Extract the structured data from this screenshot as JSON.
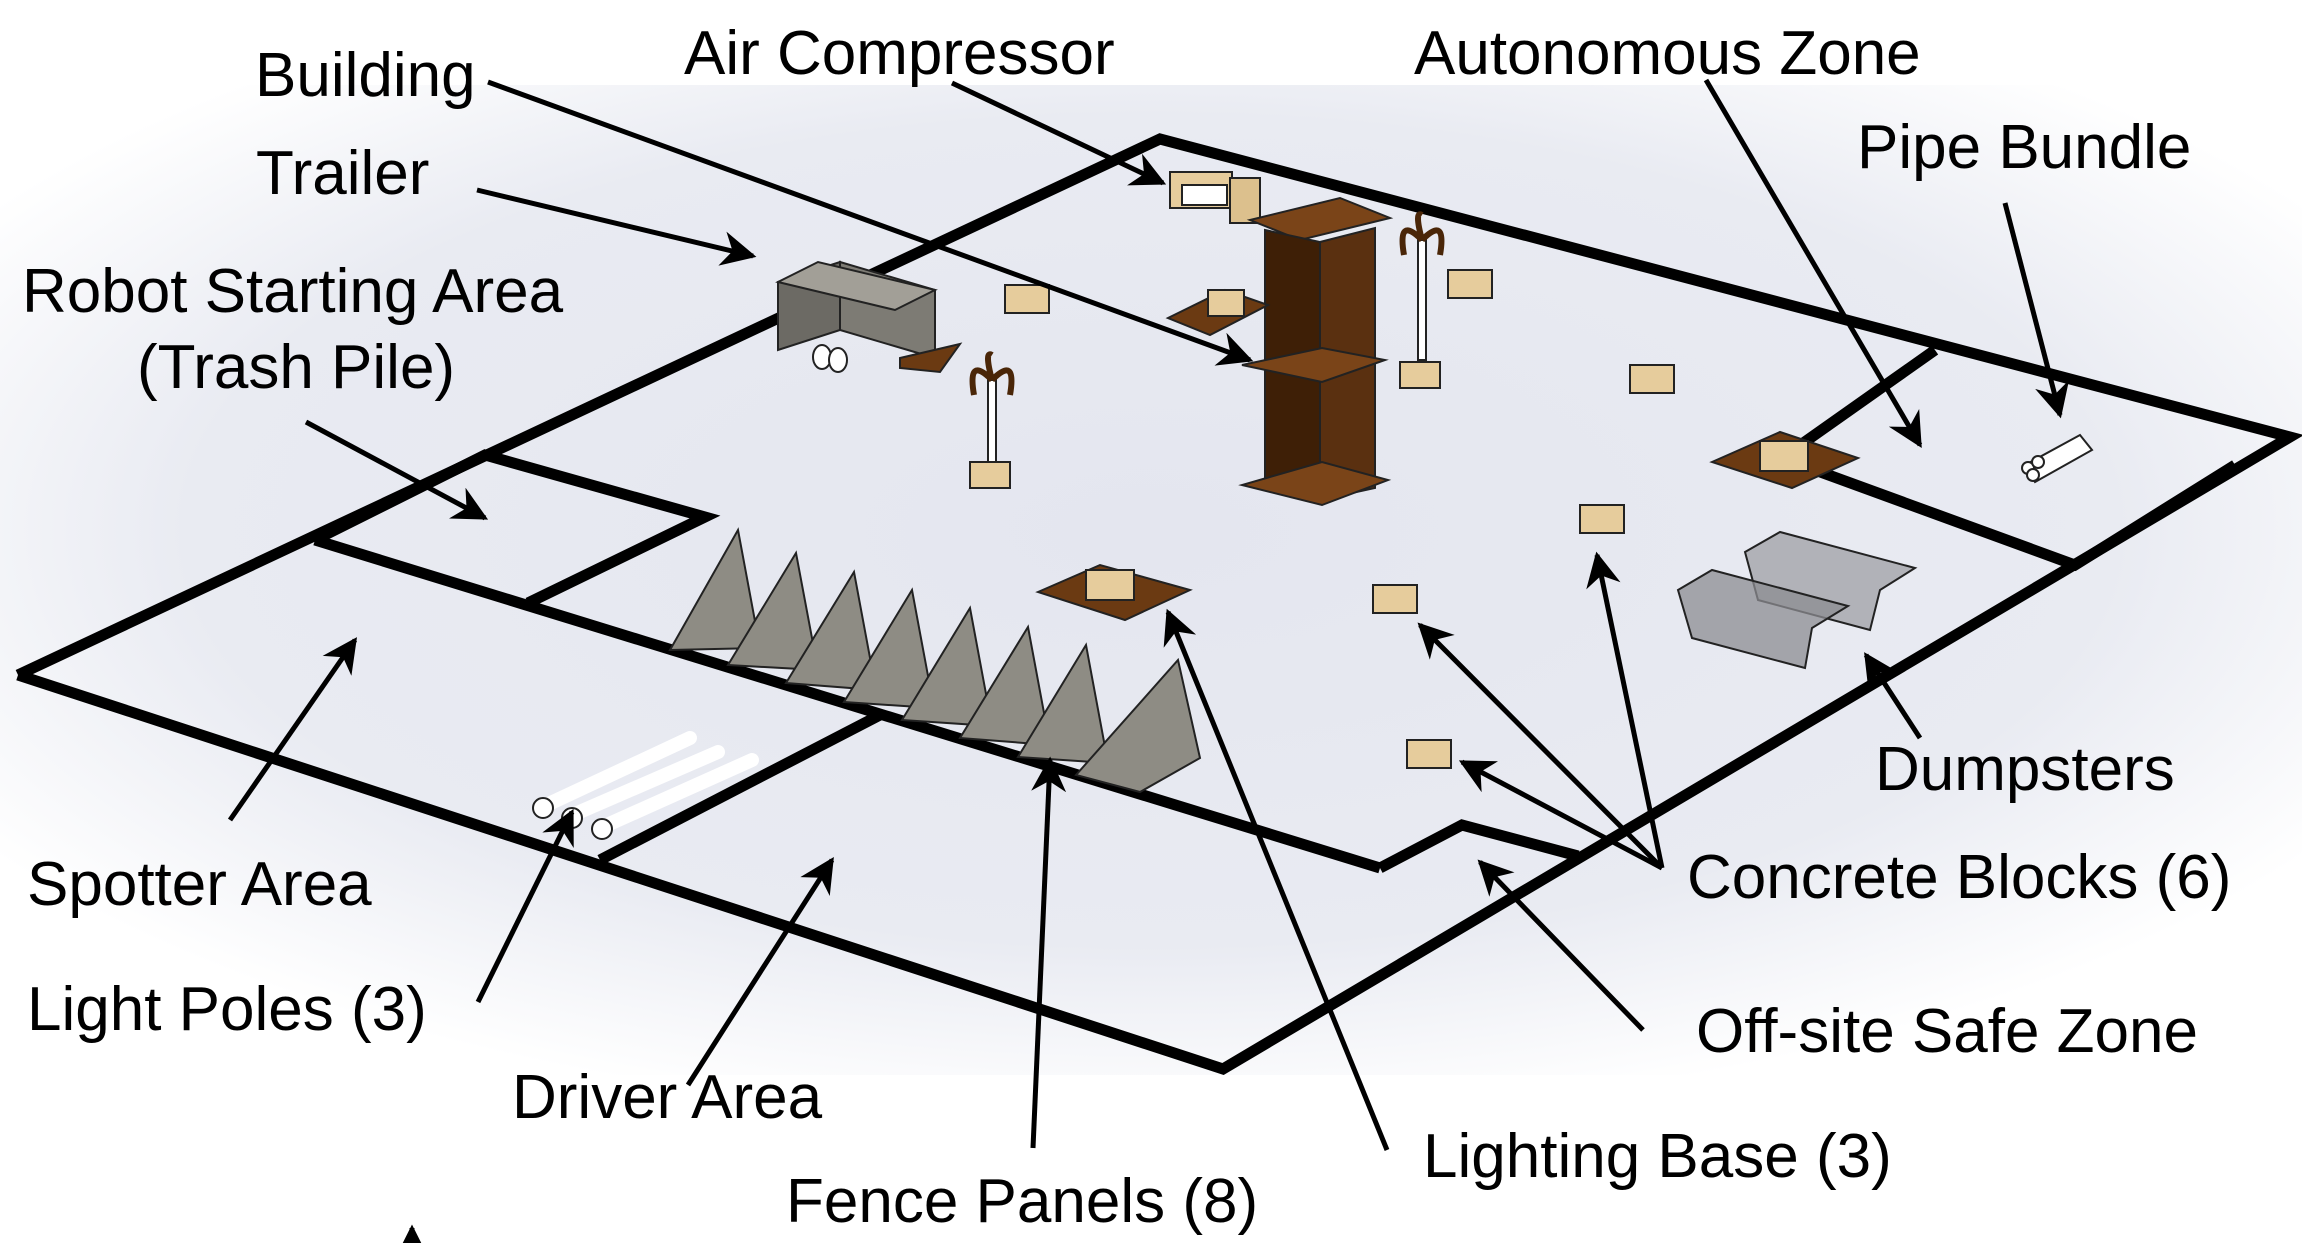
{
  "figure": {
    "description": "Isometric render of a competition field with labeled objects and zones",
    "background_color": "#e9ebf2",
    "line_color": "#000000",
    "wood_color": "#e6cc9c",
    "brown_color": "#6b3a12",
    "fence_color": "#8e8c84"
  },
  "labels": {
    "building": "Building",
    "air_compressor": "Air Compressor",
    "autonomous_zone": "Autonomous Zone",
    "trailer": "Trailer",
    "pipe_bundle": "Pipe Bundle",
    "robot_starting_area_line1": "Robot Starting Area",
    "robot_starting_area_line2": "(Trash Pile)",
    "dumpsters": "Dumpsters",
    "spotter_area": "Spotter Area",
    "concrete_blocks": "Concrete Blocks (6)",
    "light_poles": "Light Poles (3)",
    "off_site_safe_zone": "Off-site Safe Zone",
    "driver_area": "Driver Area",
    "lighting_base": "Lighting Base (3)",
    "fence_panels": "Fence Panels (8)"
  },
  "counts": {
    "concrete_blocks": 6,
    "light_poles": 3,
    "lighting_bases": 3,
    "fence_panels": 8,
    "dumpsters": 2
  }
}
